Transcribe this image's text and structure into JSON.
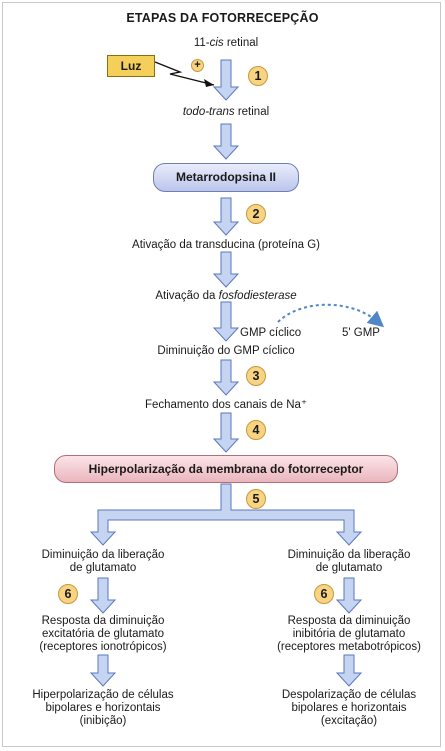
{
  "title": "ETAPAS DA FOTORRECEPÇÃO",
  "luz": "Luz",
  "plus": "+",
  "cis_prefix": "11-",
  "cis_italic": "cis",
  "cis_suffix": " retinal",
  "trans_italic": "todo-trans",
  "trans_suffix": " retinal",
  "metarrodopsina": "Metarrodopsina II",
  "transducina": "Ativação da transducina (proteína G)",
  "fosfo_prefix": "Ativação da ",
  "fosfo_italic": "fosfodiesterase",
  "gmp_ciclico": "GMP cíclico",
  "gmp5": "5' GMP",
  "diminuicao_gmp": "Diminuição do GMP cíclico",
  "fechamento": "Fechamento dos canais de Na⁺",
  "hiperpolarizacao": "Hiperpolarização da membrana do fotorreceptor",
  "steps": [
    "1",
    "2",
    "3",
    "4",
    "5",
    "6",
    "6"
  ],
  "left": {
    "lib1": "Diminuição da liberação",
    "lib2": "de glutamato",
    "resp1": "Resposta da diminuição",
    "resp2": "excitatória de glutamato",
    "resp3": "(receptores ionotrópicos)",
    "out1": "Hiperpolarização de células",
    "out2": "bipolares e horizontais",
    "out3": "(inibição)"
  },
  "right": {
    "lib1": "Diminuição da liberação",
    "lib2": "de glutamato",
    "resp1": "Resposta da diminuição",
    "resp2": "inibitória de glutamato",
    "resp3": "(receptores metabotrópicos)",
    "out1": "Despolarização de células",
    "out2": "bipolares e horizontais",
    "out3": "(excitação)"
  },
  "colors": {
    "arrow_fill": "#c5d4f1",
    "arrow_stroke": "#5a78c0",
    "dotted_arrow": "#4f87c9",
    "step_fill": "#f7d382",
    "luz_fill": "#f4cf5a"
  }
}
